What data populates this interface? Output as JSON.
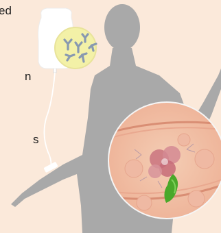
{
  "text_fragments": [
    "ed",
    "n",
    "s"
  ],
  "colors": {
    "background": "#fbe9da",
    "silhouette": "#a9a9a9",
    "bag": "#ffffff",
    "antibody_circle": "#f3f1a7",
    "antibody": "#8899b0",
    "magnifier": "#f1c2a5",
    "vessel": "#eaa58a",
    "tumor_cell": "#c9737f",
    "green_cell": "#4aa82a"
  },
  "icons": [
    "iv-bag-icon",
    "antibody-icon",
    "person-silhouette-icon",
    "magnifier-icon",
    "tumor-cell-icon",
    "antibody-drug-icon"
  ]
}
